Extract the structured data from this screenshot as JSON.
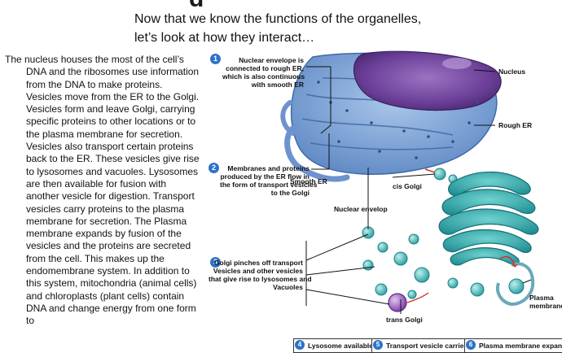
{
  "subtitle": {
    "line1": "Now that we know the functions of the organelles,",
    "line2": "let’s look at how they interact…"
  },
  "body_text": "The nucleus houses the most of the cell’s DNA and the ribosomes use information from the DNA to make proteins. Vesicles move from the ER to the Golgi. Vesicles form and leave Golgi, carrying specific proteins to other locations or to the plasma membrane for secretion. Vesicles also transport certain proteins back to the ER. These vesicles give rise to lysosomes and vacuoles. Lysosomes are then available for fusion with another vesicle for digestion. Transport vesicles carry proteins to the plasma membrane for secretion. The Plasma membrane expands by fusion of the vesicles and the proteins are secreted from the cell. This makes up the endomembrane system. In addition to this system, mitochondria (animal cells) and chloroplasts (plant cells) contain DNA and change energy from one form to",
  "figure": {
    "step1": {
      "number": "1",
      "l1": "Nuclear envelope is",
      "l2": "connected  to rough ER,",
      "l3": "which is also continuous",
      "l4": "with smooth ER"
    },
    "step2": {
      "number": "2",
      "l1": "Membranes and proteins",
      "l2": "produced by the ER flow in",
      "l3": "the form of transport vesicles",
      "l4": "to the Golgi"
    },
    "step3": {
      "number": "3",
      "l1": "Golgi pinches off transport",
      "l2": "Vesicles and other vesicles",
      "l3": "that give rise to lysosomes and",
      "l4": "Vacuoles"
    },
    "labels": {
      "nucleus": "Nucleus",
      "rough_er": "Rough ER",
      "smooth_er": "Smooth ER",
      "cis_golgi": "cis Golgi",
      "nuclear_envelop": "Nuclear envelop",
      "trans_golgi": "trans Golgi",
      "plasma_membrane_l1": "Plasma",
      "plasma_membrane_l2": "membrane"
    },
    "bottom": [
      {
        "number": "4",
        "text": "Lysosome available"
      },
      {
        "number": "5",
        "text": "Transport vesicle carries"
      },
      {
        "number": "6",
        "text": "Plasma membrane expands"
      }
    ]
  },
  "colors": {
    "step_blue": "#2f73c8",
    "nucleus_purple": "#7a4fa3",
    "er_blue": "#5b86c4",
    "golgi_teal": "#2fa7a8"
  }
}
